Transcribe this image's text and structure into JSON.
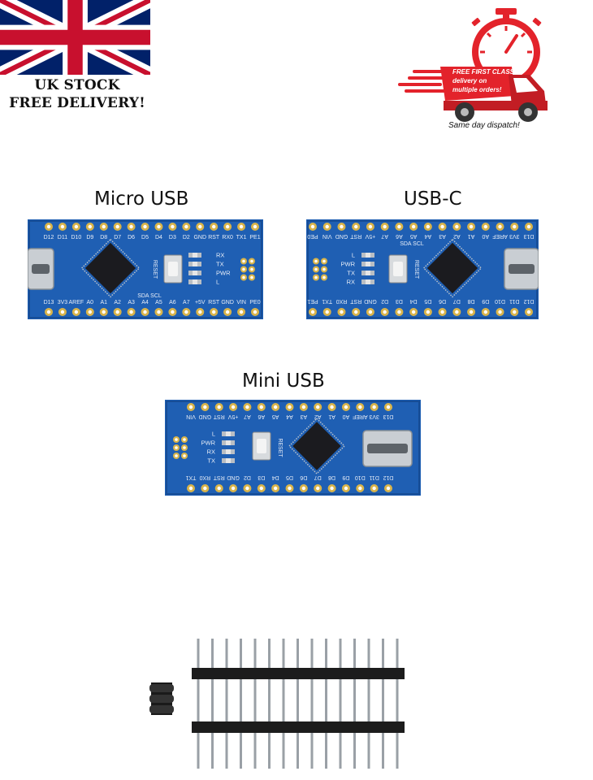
{
  "promo": {
    "stock_line1": "UK STOCK",
    "stock_line2": "FREE DELIVERY!",
    "badge_line1": "FREE FIRST CLASS",
    "badge_line2": "delivery on",
    "badge_line3": "multiple orders!",
    "dispatch": "Same day dispatch!"
  },
  "products": {
    "micro": {
      "caption": "Micro USB",
      "top_pins": [
        "D12",
        "D11",
        "D10",
        "D9",
        "D8",
        "D7",
        "D6",
        "D5",
        "D4",
        "D3",
        "D2",
        "GND",
        "RST",
        "RX0",
        "TX1",
        "PE1"
      ],
      "bottom_pins": [
        "D13",
        "3V3",
        "AREF",
        "A0",
        "A1",
        "A2",
        "A3",
        "A4",
        "A5",
        "A6",
        "A7",
        "+5V",
        "RST",
        "GND",
        "VIN",
        "PE0"
      ],
      "leds": [
        "RX",
        "TX",
        "PWR",
        "L"
      ],
      "reset": "RESET",
      "i2c": "SDA SCL"
    },
    "usbc": {
      "caption": "USB-C",
      "top_pins": [
        "PE0",
        "VIN",
        "GND",
        "RST",
        "+5V",
        "A7",
        "A6",
        "A5",
        "A4",
        "A3",
        "A2",
        "A1",
        "A0",
        "AREF",
        "3V3",
        "D13"
      ],
      "bottom_pins": [
        "PE1",
        "TX1",
        "RX0",
        "RST",
        "GND",
        "D2",
        "D3",
        "D4",
        "D5",
        "D6",
        "D7",
        "D8",
        "D9",
        "D10",
        "D11",
        "D12"
      ],
      "leds": [
        "L",
        "PWR",
        "TX",
        "RX"
      ],
      "reset": "RESET",
      "i2c": "SDA SCL"
    },
    "mini": {
      "caption": "Mini USB",
      "top_pins": [
        "VIN",
        "GND",
        "RST",
        "+5V",
        "A7",
        "A6",
        "A5",
        "A4",
        "A3",
        "A2",
        "A1",
        "A0",
        "AREF",
        "3V3",
        "D13"
      ],
      "bottom_pins": [
        "TX1",
        "RX0",
        "RST",
        "GND",
        "D2",
        "D3",
        "D4",
        "D5",
        "D6",
        "D7",
        "D8",
        "D9",
        "D10",
        "D11",
        "D12"
      ],
      "leds": [
        "L",
        "PWR",
        "RX",
        "TX"
      ],
      "reset": "RESET"
    }
  },
  "colors": {
    "pcb": "#1f5fb3",
    "pcb_dark": "#174d96",
    "silk": "#e8eef8",
    "gold": "#d9b44a",
    "badge_red": "#e3232b",
    "flag_blue": "#012169",
    "flag_red": "#c8102e"
  }
}
